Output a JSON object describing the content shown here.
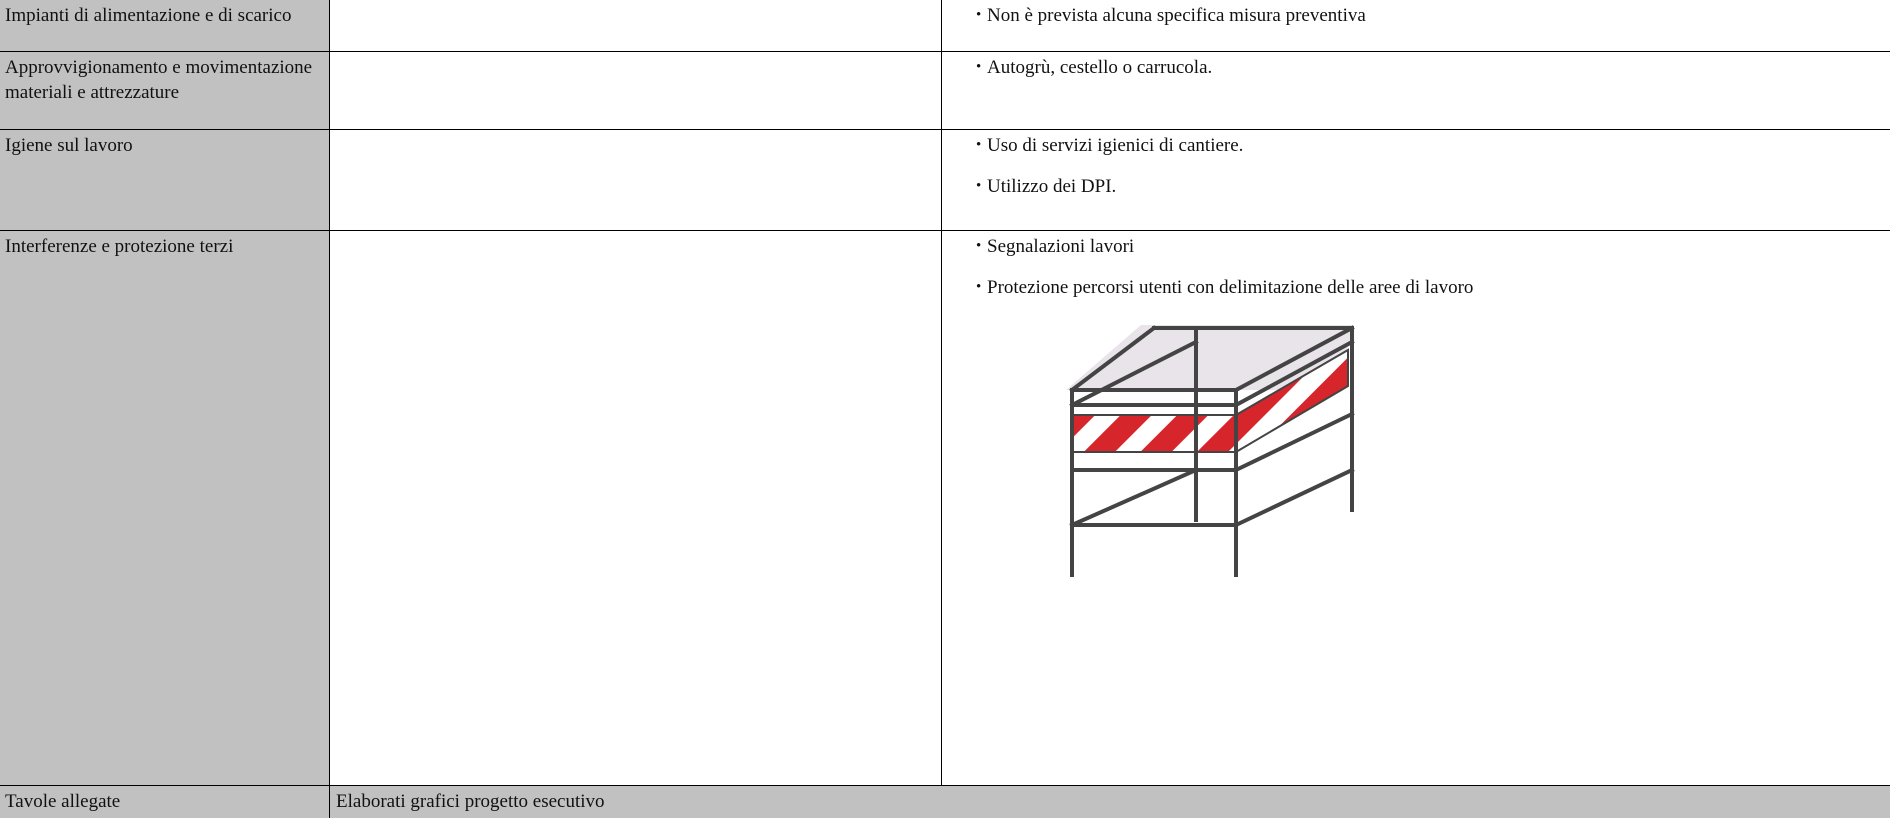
{
  "rows": [
    {
      "label": "Impianti di alimentazione e di scarico",
      "items": [
        "Non è prevista alcuna specifica misura preventiva"
      ]
    },
    {
      "label": "Approvvigionamento e movimentazione materiali e attrezzature",
      "items": [
        "Autogrù, cestello o carrucola."
      ]
    },
    {
      "label": "Igiene sul lavoro",
      "items": [
        "Uso di servizi igienici di cantiere.",
        "Utilizzo dei DPI."
      ]
    },
    {
      "label": "Interferenze e protezione terzi",
      "items": [
        "Segnalazioni lavori",
        "Protezione percorsi utenti con delimitazione delle aree di lavoro"
      ]
    }
  ],
  "footer": {
    "label": "Tavole allegate",
    "value": "Elaborati grafici progetto esecutivo"
  },
  "colors": {
    "label_bg": "#c1c1c1",
    "border": "#000000",
    "stripe_red": "#d7262b",
    "barrier_frame": "#444444"
  },
  "icons": [
    "safety-barrier-illustration"
  ]
}
